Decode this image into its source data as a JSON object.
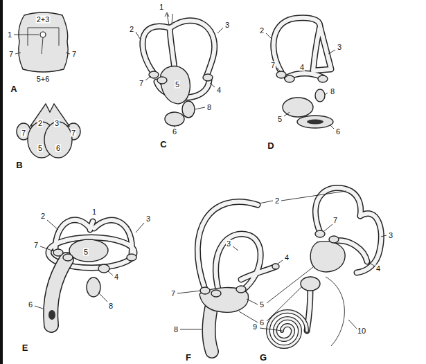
{
  "diagram": {
    "labels": [
      "2+3",
      "1",
      "7",
      "7",
      "5+6",
      "A",
      "2",
      "1",
      "3",
      "7",
      "5",
      "8",
      "4",
      "6",
      "C",
      "2",
      "3",
      "4",
      "7",
      "8",
      "5",
      "6",
      "D",
      "2",
      "3",
      "7",
      "7",
      "5",
      "6",
      "B",
      "2",
      "1",
      "3",
      "7",
      "5",
      "4",
      "8",
      "6",
      "E",
      "2",
      "3",
      "4",
      "7",
      "7",
      "3",
      "4",
      "5",
      "6",
      "8",
      "9",
      "10",
      "F",
      "G"
    ]
  }
}
